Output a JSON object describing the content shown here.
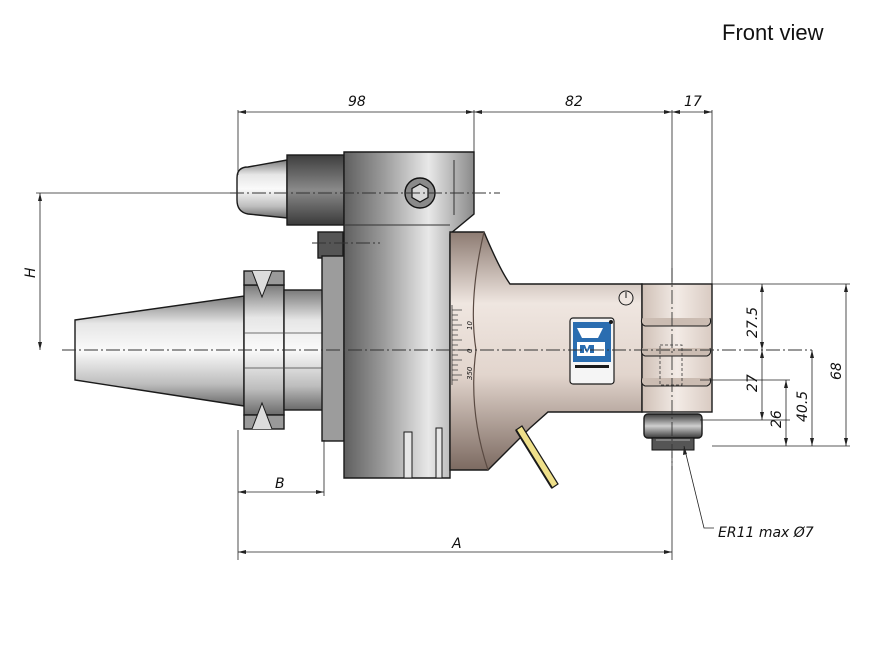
{
  "header": {
    "view_title": "Front view"
  },
  "dimensions": {
    "top_left": "98",
    "top_mid": "82",
    "top_right": "17",
    "right_a": "27.5",
    "right_b": "27",
    "right_c": "26",
    "right_d": "40.5",
    "right_e": "68",
    "left_h": "H",
    "bottom_b": "B",
    "bottom_a": "A"
  },
  "callout": {
    "collet": "ER11 max Ø7"
  },
  "scale": {
    "t10": "10",
    "t0": "0",
    "t350": "350"
  },
  "logo": {
    "text": "OMG"
  },
  "colors": {
    "body_light": "#efe6e0",
    "body_dark": "#8d7b72",
    "steel_light": "#f2f2f2",
    "steel_dark": "#6e6e6e",
    "tag_blue": "#2a6db0",
    "stripe_yellow": "#efe08a"
  }
}
